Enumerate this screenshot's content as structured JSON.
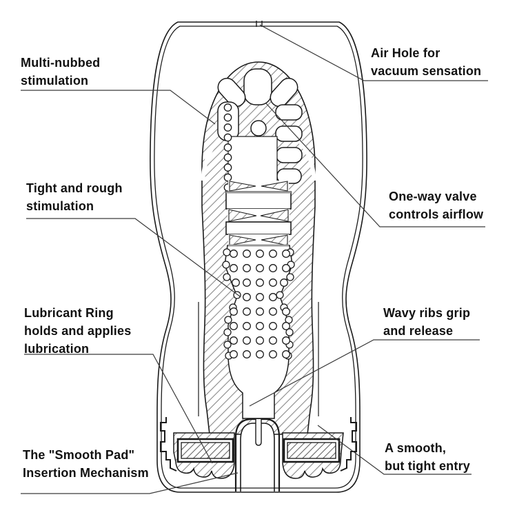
{
  "diagram": {
    "type": "product-cutaway-diagram",
    "labels": {
      "multi_nubbed": "Multi-nubbed\nstimulation",
      "air_hole": "Air Hole for\nvacuum sensation",
      "tight_rough": "Tight and rough\nstimulation",
      "one_way_valve": "One-way valve\ncontrols airflow",
      "lubricant_ring": "Lubricant Ring\nholds and applies\nlubrication",
      "wavy_ribs": "Wavy ribs grip\nand release",
      "smooth_pad": "The \"Smooth Pad\"\nInsertion Mechanism",
      "tight_entry": "A smooth,\nbut tight entry"
    },
    "colors": {
      "background": "#ffffff",
      "outline": "#1a1a1a",
      "leader": "#3a3a3a",
      "hatch": "#8a8a8a",
      "text": "#111111"
    }
  }
}
